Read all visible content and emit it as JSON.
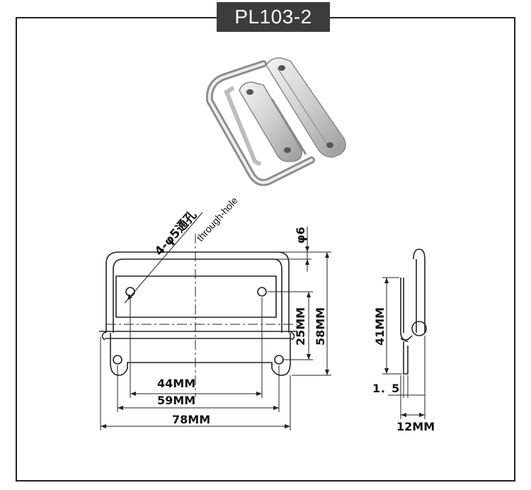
{
  "title": "PL103-2",
  "labels": {
    "hole_spec": "4-φ5通孔",
    "hole_note": "through-hole",
    "dia_6": "φ6",
    "dim_44": "44MM",
    "dim_59": "59MM",
    "dim_78": "78MM",
    "dim_25": "25MM",
    "dim_58": "58MM",
    "dim_41": "41MM",
    "dim_1_5": "1．5",
    "dim_12": "12MM"
  },
  "colors": {
    "title_bg": "#3c3c3c",
    "title_text": "#ffffff",
    "line": "#222222",
    "steel_light": "#e8e8e8",
    "steel_dark": "#8a8a8a"
  }
}
